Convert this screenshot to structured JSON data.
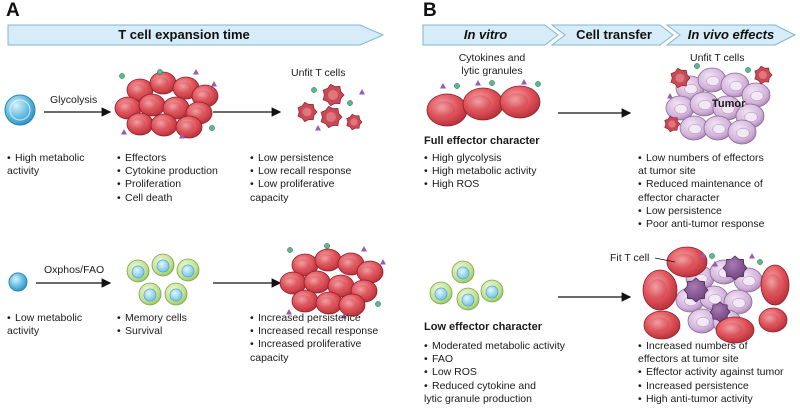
{
  "panels": {
    "A": {
      "letter": "A",
      "header_arrow": "T cell expansion time",
      "top_row": {
        "pathway_label": "Glycolysis",
        "outcome_label": "Unfit T cells",
        "naive_bullets": [
          "High metabolic activity"
        ],
        "expansion_bullets": [
          "Effectors",
          "Cytokine production",
          "Proliferation",
          "Cell death"
        ],
        "outcome_bullets": [
          "Low persistence",
          "Low recall response",
          "Low proliferative capacity"
        ]
      },
      "bottom_row": {
        "pathway_label": "Oxphos/FAO",
        "naive_bullets": [
          "Low metabolic activity"
        ],
        "expansion_bullets": [
          "Memory cells",
          "Survival"
        ],
        "outcome_bullets": [
          "Increased persistence",
          "Increased recall response",
          "Increased proliferative capacity"
        ]
      }
    },
    "B": {
      "letter": "B",
      "header_arrows": [
        "In vitro",
        "Cell transfer",
        "In vivo effects"
      ],
      "top_row": {
        "granules_label": "Cytokines and lytic granules",
        "character_label": "Full effector character",
        "unfit_label": "Unfit T cells",
        "tumor_label": "Tumor",
        "in_vitro_bullets": [
          "High glycolysis",
          "High metabolic activity",
          "High ROS"
        ],
        "in_vivo_bullets": [
          "Low numbers of effectors at tumor site",
          "Reduced maintenance of effector character",
          "Low persistence",
          "Poor anti-tumor response"
        ]
      },
      "bottom_row": {
        "fit_label": "Fit T cell",
        "character_label": "Low effector character",
        "in_vitro_bullets": [
          "Moderated metabolic activity",
          "FAO",
          "Low ROS",
          "Reduced cytokine and lytic granule production"
        ],
        "in_vivo_bullets": [
          "Increased numbers of effectors at tumor site",
          "Effector activity against tumor",
          "Increased persistence",
          "High anti-tumor activity"
        ]
      }
    }
  },
  "colors": {
    "header_arrow_fill": "#d6ecf8",
    "header_arrow_stroke": "#7fb6d8",
    "effector_cell": "#d9474f",
    "memory_cell": "#b9dd8a",
    "naive_cell": "#4fb3d9",
    "tumor_cell": "#cfa9d6",
    "dying_cell": "#c94a57"
  }
}
